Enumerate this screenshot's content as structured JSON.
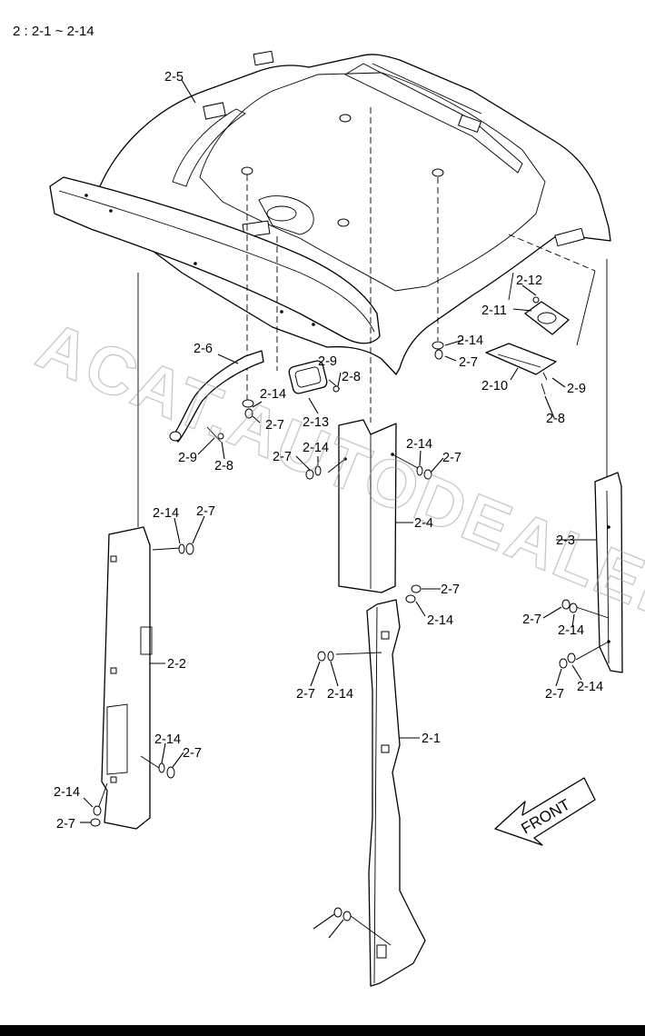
{
  "header": {
    "title": "2 : 2-1 ~ 2-14"
  },
  "watermark": {
    "text": "ACAT.AUTODEALER.RU"
  },
  "direction": {
    "label": "FRONT"
  },
  "callouts": [
    {
      "id": "2-5",
      "text": "2-5"
    },
    {
      "id": "2-12",
      "text": "2-12"
    },
    {
      "id": "2-11",
      "text": "2-11"
    },
    {
      "id": "2-14-a",
      "text": "2-14"
    },
    {
      "id": "2-7-a",
      "text": "2-7"
    },
    {
      "id": "2-10",
      "text": "2-10"
    },
    {
      "id": "2-9-a",
      "text": "2-9"
    },
    {
      "id": "2-8-a",
      "text": "2-8"
    },
    {
      "id": "2-6",
      "text": "2-6"
    },
    {
      "id": "2-9-b",
      "text": "2-9"
    },
    {
      "id": "2-8-b",
      "text": "2-8"
    },
    {
      "id": "2-14-b",
      "text": "2-14"
    },
    {
      "id": "2-7-b",
      "text": "2-7"
    },
    {
      "id": "2-13",
      "text": "2-13"
    },
    {
      "id": "2-9-c",
      "text": "2-9"
    },
    {
      "id": "2-8-c",
      "text": "2-8"
    },
    {
      "id": "2-7-c",
      "text": "2-7"
    },
    {
      "id": "2-14-c",
      "text": "2-14"
    },
    {
      "id": "2-14-d",
      "text": "2-14"
    },
    {
      "id": "2-7-d",
      "text": "2-7"
    },
    {
      "id": "2-4",
      "text": "2-4"
    },
    {
      "id": "2-14-e",
      "text": "2-14"
    },
    {
      "id": "2-7-e",
      "text": "2-7"
    },
    {
      "id": "2-2",
      "text": "2-2"
    },
    {
      "id": "2-3",
      "text": "2-3"
    },
    {
      "id": "2-7-f",
      "text": "2-7"
    },
    {
      "id": "2-14-f",
      "text": "2-14"
    },
    {
      "id": "2-7-g",
      "text": "2-7"
    },
    {
      "id": "2-14-g",
      "text": "2-14"
    },
    {
      "id": "2-7-h",
      "text": "2-7"
    },
    {
      "id": "2-14-h",
      "text": "2-14"
    },
    {
      "id": "2-1",
      "text": "2-1"
    },
    {
      "id": "2-14-i",
      "text": "2-14"
    },
    {
      "id": "2-7-i",
      "text": "2-7"
    },
    {
      "id": "2-14-j",
      "text": "2-14"
    },
    {
      "id": "2-7-j",
      "text": "2-7"
    },
    {
      "id": "2-7-k",
      "text": "2-7"
    },
    {
      "id": "2-14-k",
      "text": "2-14"
    }
  ]
}
